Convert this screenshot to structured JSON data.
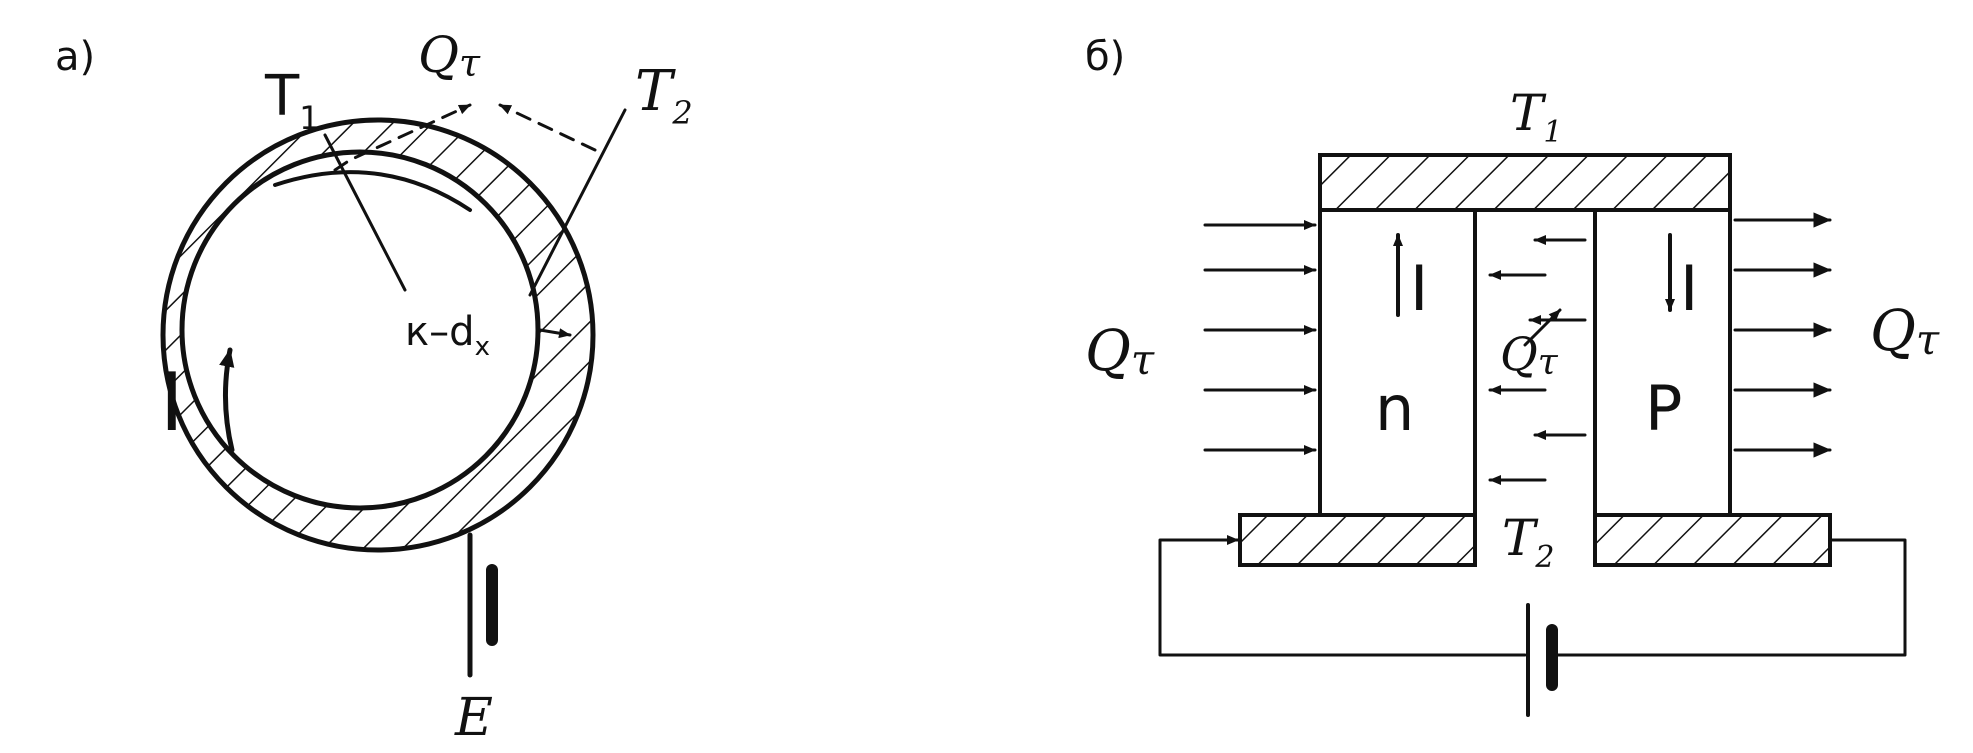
{
  "panel_a": {
    "label": "а)",
    "t1": "T",
    "t1_sub": "1",
    "t2": "T",
    "t2_sub": "2",
    "q": "Q",
    "q_sub": "τ",
    "current": "I",
    "junction": "к–d",
    "junction_sub": "x",
    "emf": "E"
  },
  "panel_b": {
    "label": "б)",
    "t1": "T",
    "t1_sub": "1",
    "t2": "T",
    "t2_sub": "2",
    "current_left": "I",
    "current_right": "I",
    "n_label": "n",
    "p_label": "P",
    "q_center": "Q",
    "q_center_sub": "τ",
    "q_left": "Q",
    "q_left_sub": "τ",
    "q_right": "Q",
    "q_right_sub": "τ"
  },
  "colors": {
    "ink": "#111111",
    "background": "#ffffff"
  }
}
